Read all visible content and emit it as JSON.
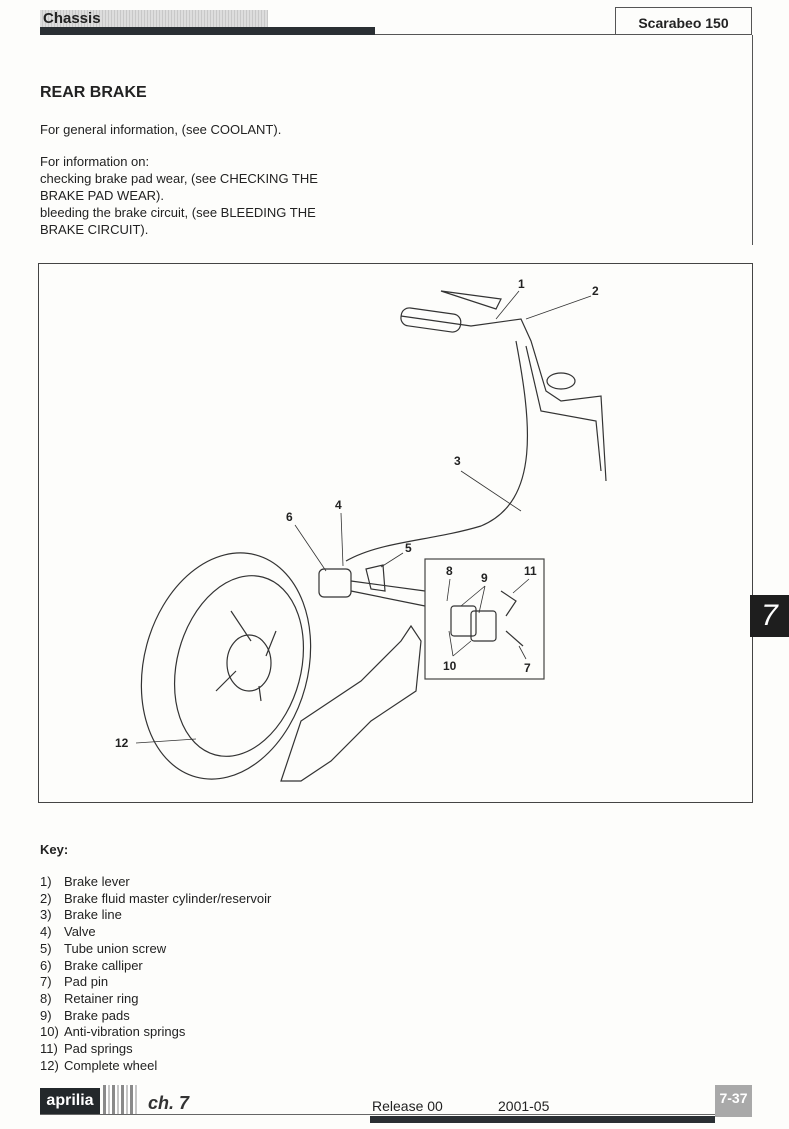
{
  "header": {
    "section": "Chassis",
    "model": "Scarabeo 150"
  },
  "title": "REAR BRAKE",
  "intro": "For general information, (see COOLANT).",
  "info_lines": [
    "For information on:",
    "checking brake pad wear, (see CHECKING THE",
    "BRAKE PAD WEAR).",
    "bleeding the brake circuit, (see BLEEDING THE",
    "BRAKE CIRCUIT)."
  ],
  "diagram": {
    "callouts": [
      "1",
      "2",
      "3",
      "4",
      "5",
      "6",
      "7",
      "8",
      "9",
      "10",
      "11",
      "12"
    ]
  },
  "chapter_tab": "7",
  "key": {
    "title": "Key:",
    "items": [
      {
        "n": "1)",
        "label": "Brake lever"
      },
      {
        "n": "2)",
        "label": "Brake fluid master cylinder/reservoir"
      },
      {
        "n": "3)",
        "label": "Brake line"
      },
      {
        "n": "4)",
        "label": "Valve"
      },
      {
        "n": "5)",
        "label": "Tube union screw"
      },
      {
        "n": "6)",
        "label": "Brake calliper"
      },
      {
        "n": "7)",
        "label": "Pad pin"
      },
      {
        "n": "8)",
        "label": "Retainer ring"
      },
      {
        "n": "9)",
        "label": "Brake pads"
      },
      {
        "n": "10)",
        "label": "Anti-vibration springs"
      },
      {
        "n": "11)",
        "label": "Pad springs"
      },
      {
        "n": "12)",
        "label": "Complete wheel"
      }
    ]
  },
  "footer": {
    "brand": "aprilia",
    "chapter": "ch. 7",
    "release": "Release 00",
    "date": "2001-05",
    "page": "7-37"
  }
}
